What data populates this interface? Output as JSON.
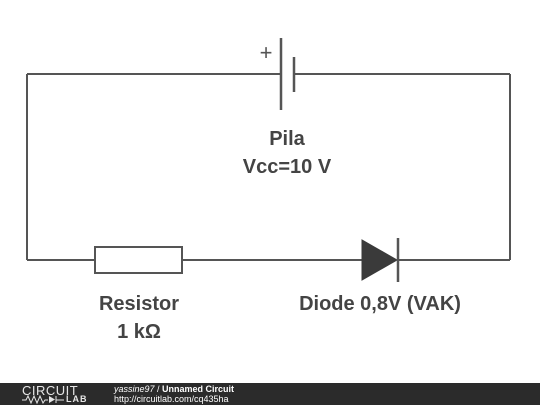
{
  "circuit": {
    "battery": {
      "polarity_mark": "+",
      "name": "Pila",
      "value": "Vcc=10 V"
    },
    "resistor": {
      "name": "Resistor",
      "value": "1 kΩ"
    },
    "diode": {
      "label": "Diode 0,8V (VAK)"
    },
    "colors": {
      "wire": "#555555",
      "label_text": "#444444",
      "diode_fill": "#3a3a3a"
    }
  },
  "footer": {
    "logo_top": "CIRCUIT",
    "logo_bottom": "LAB",
    "user": "yassine97",
    "separator": " / ",
    "circuit_title": "Unnamed Circuit",
    "url": "http://circuitlab.com/cq435ha",
    "background": "#2b2b2b"
  }
}
